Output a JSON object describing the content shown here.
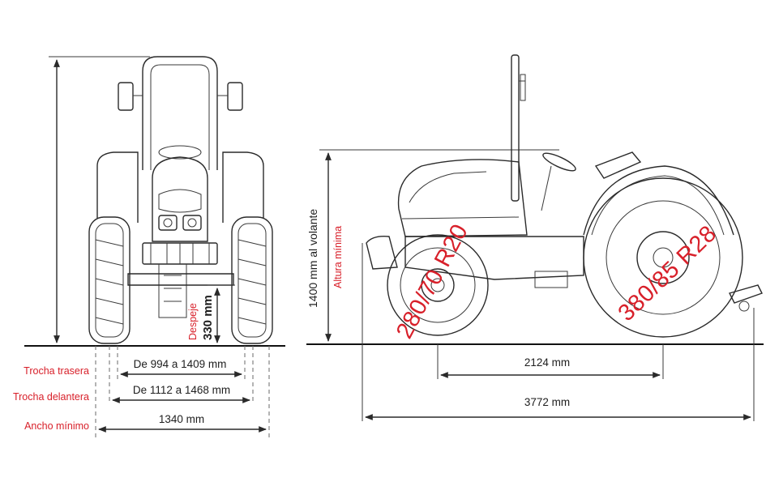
{
  "front_view": {
    "track_rear": {
      "label": "Trocha trasera",
      "value": "De 994 a 1409 mm"
    },
    "track_front": {
      "label": "Trocha delantera",
      "value": "De 1112 a 1468 mm"
    },
    "min_width": {
      "label": "Ancho mínimo",
      "value": "1340 mm"
    },
    "clearance": {
      "label": "Despeje",
      "value": "330 mm"
    }
  },
  "side_view": {
    "height_label": "1400 mm al volante",
    "height_sublabel": "Altura mínima",
    "front_tire": "280/70 R20",
    "rear_tire": "380/85 R28",
    "wheelbase": "2124 mm",
    "length": "3772 mm"
  },
  "colors": {
    "accent": "#d8202a",
    "line": "#2a2a2a"
  }
}
